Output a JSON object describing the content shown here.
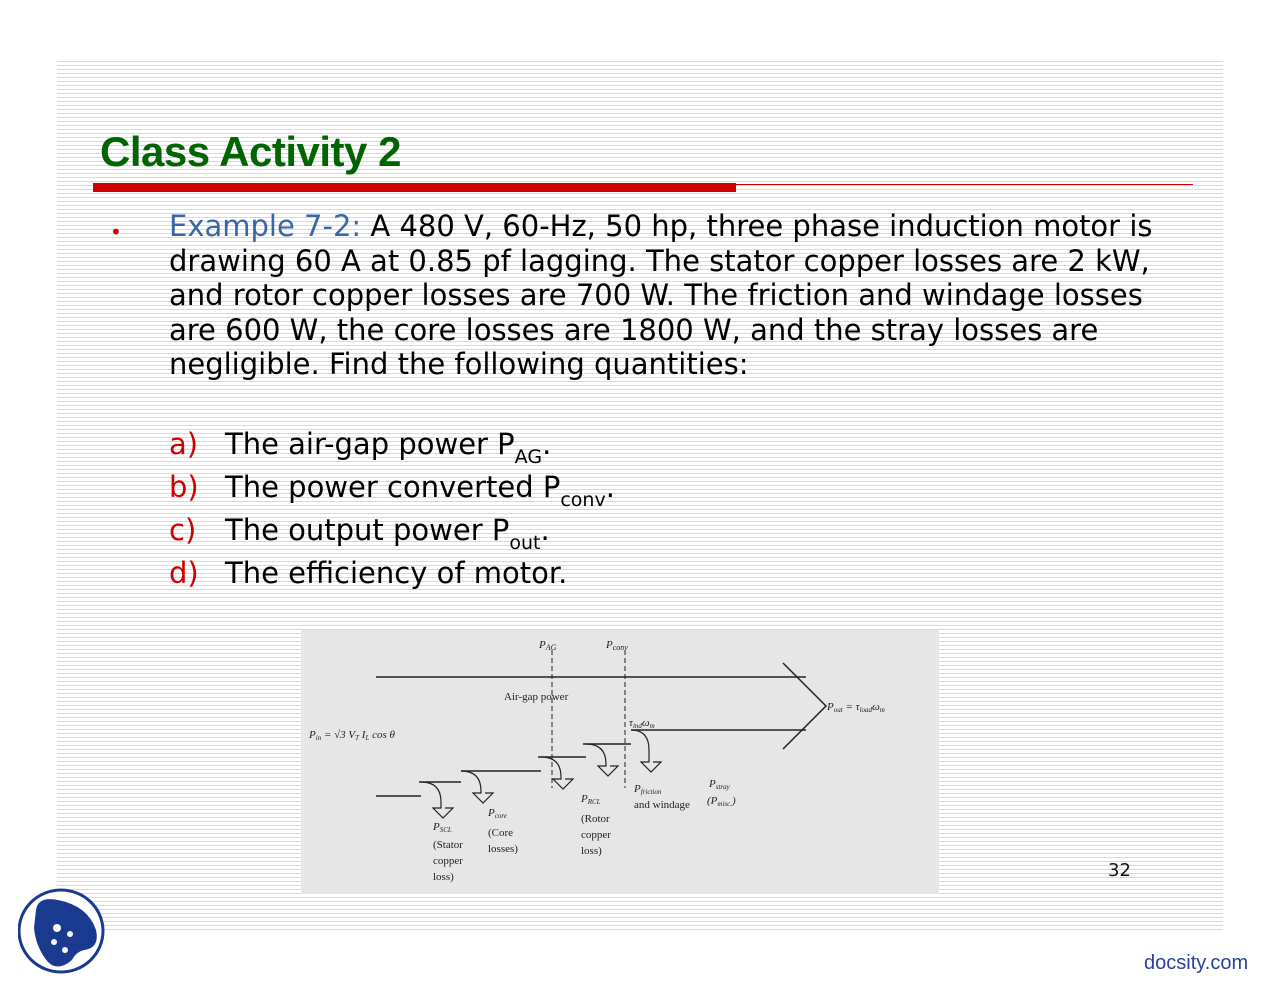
{
  "slide": {
    "title": "Class Activity 2",
    "bullet_symbol": "•",
    "lead": "Example 7-2:",
    "problem_text": " A 480 V, 60-Hz, 50 hp, three phase induction motor is drawing 60 A at 0.85 pf lagging. The stator copper losses are 2 kW, and rotor copper losses are 700 W. The friction and windage losses are 600 W, the core losses are 1800 W, and the stray losses are negligible. Find the following quantities:",
    "items": [
      {
        "label": "a)",
        "text": "The air-gap power P",
        "sub": "AG",
        "end": "."
      },
      {
        "label": "b)",
        "text": "The power converted P",
        "sub": "conv",
        "end": "."
      },
      {
        "label": "c)",
        "text": "The output power P",
        "sub": "out",
        "end": "."
      },
      {
        "label": "d)",
        "text": "The efficiency of motor.",
        "sub": "",
        "end": ""
      }
    ],
    "page_number": "32"
  },
  "figure": {
    "p_ag": "P",
    "p_ag_sub": "AG",
    "p_conv": "P",
    "p_conv_sub": "conv",
    "air_gap_label": "Air-gap power",
    "p_in_formula": "Pᵢₙ = √3 Vₜ Iʟ cos θ",
    "tau_label": "τind ωm",
    "p_out_formula": "Pout = τload ωm",
    "losses": [
      {
        "symbol": "PSCL",
        "desc": [
          "(Stator",
          "copper",
          "loss)"
        ]
      },
      {
        "symbol": "Pcore",
        "desc": [
          "(Core",
          "losses)"
        ]
      },
      {
        "symbol": "PRCL",
        "desc": [
          "(Rotor",
          "copper",
          "loss)"
        ]
      },
      {
        "symbol": "Pfriction",
        "desc": [
          "and windage"
        ]
      },
      {
        "symbol": "Pstray",
        "desc": [
          "(Pmisc.)"
        ]
      }
    ]
  },
  "footer": {
    "brand": "docsity.com"
  },
  "colors": {
    "title": "#006400",
    "rule": "#cc0000",
    "lead": "#3a66a7",
    "item_label": "#cc0000",
    "brand": "#2b3f9c"
  }
}
